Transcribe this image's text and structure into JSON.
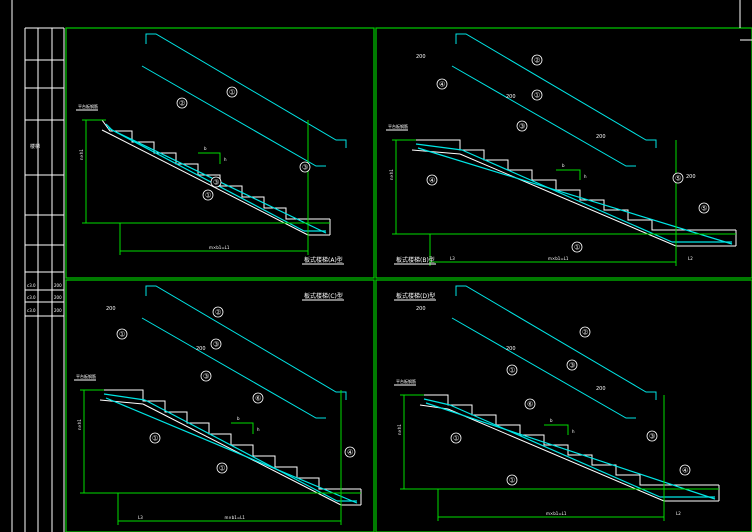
{
  "colors": {
    "background": "#000000",
    "frame": "#00cc00",
    "stair": "#ffffff",
    "rebar": "#00e5e5",
    "dimension": "#00dd00",
    "title_block": "#ffffff"
  },
  "title_block": {
    "side_label": "楼梯",
    "rows": [
      "c3.0",
      "c3.0",
      "c3.0"
    ],
    "values": [
      "200",
      "200",
      "200"
    ]
  },
  "panels": [
    {
      "title": "板式楼梯(A)型",
      "landing_label": "平台板钢筋",
      "callouts": [
        "②",
        "①",
        "③",
        "③",
        "①"
      ],
      "dims": {
        "height": "n×h1",
        "length": "m×b1=L1",
        "step_b": "b",
        "step_h": "h"
      }
    },
    {
      "title": "板式楼梯(B)型",
      "landing_label": "平台板钢筋",
      "callouts": [
        "②",
        "④",
        "①",
        "③",
        "④",
        "⑤",
        "⑤",
        "①"
      ],
      "bar_labels": [
        "200",
        "200",
        "200",
        "200"
      ],
      "dims": {
        "height": "n×h1",
        "length": "m×b1=L1",
        "left": "L3",
        "right": "L2",
        "step_b": "b",
        "step_h": "h"
      }
    },
    {
      "title": "板式楼梯(C)型",
      "landing_label": "平台板钢筋",
      "callouts": [
        "②",
        "①",
        "③",
        "③",
        "⑥",
        "①",
        "④",
        "①"
      ],
      "bar_labels": [
        "200",
        "200"
      ],
      "dims": {
        "height": "n×h1",
        "length": "m×b1=L1",
        "left": "L3",
        "step_b": "b",
        "step_h": "h"
      }
    },
    {
      "title": "板式楼梯(D)型",
      "landing_label": "平台板钢筋",
      "callouts": [
        "②",
        "①",
        "⑥",
        "③",
        "①",
        "④",
        "③",
        "①"
      ],
      "bar_labels": [
        "200",
        "200",
        "200"
      ],
      "dims": {
        "height": "n×h1",
        "length": "m×b1=L1",
        "right": "L2",
        "step_b": "b",
        "step_h": "h"
      }
    }
  ]
}
